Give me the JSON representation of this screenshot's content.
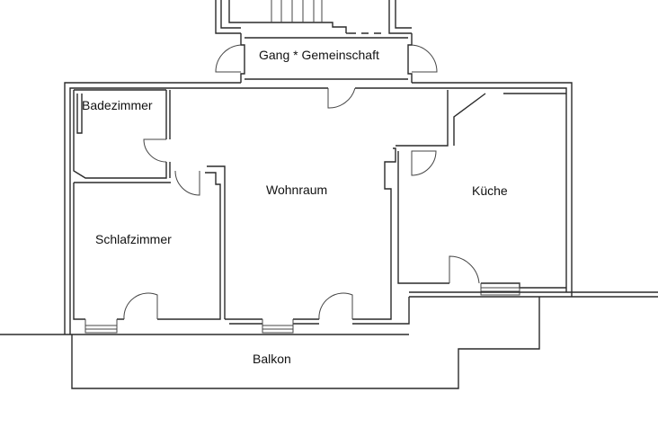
{
  "rooms": {
    "gang": "Gang * Gemeinschaft",
    "bad": "Badezimmer",
    "wohn": "Wohnraum",
    "kueche": "Küche",
    "schlaf": "Schlafzimmer",
    "balkon": "Balkon"
  }
}
